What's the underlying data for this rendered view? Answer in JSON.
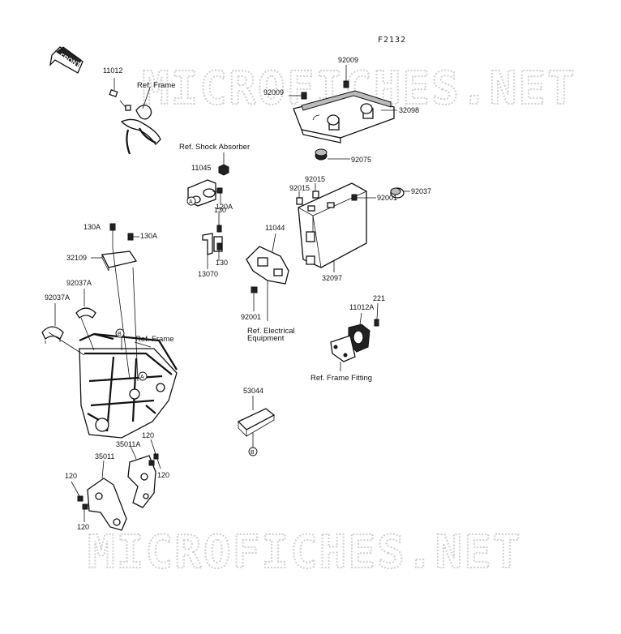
{
  "figure_code": "F2132",
  "front_badge": "FRONT",
  "watermark": "MICROFICHES.NET",
  "callouts": {
    "a": "A",
    "b": "B"
  },
  "labels": {
    "p11012": "11012",
    "ref_frame_top": "Ref. Frame",
    "p92009_top": "92009",
    "p92009_left": "92009",
    "p32098": "32098",
    "p92075": "92075",
    "ref_shock": "Ref. Shock Absorber",
    "p11045": "11045",
    "p120a": "120A",
    "p92015_a": "92015",
    "p92015_b": "92015",
    "p92001_r": "92001",
    "p92037": "92037",
    "p130a_l": "130A",
    "p130a_r": "130A",
    "p32109": "32109",
    "p130_top": "130",
    "p130_bot": "130",
    "p13070": "13070",
    "p11044": "11044",
    "p32097": "32097",
    "p92037a_a": "92037A",
    "p92037a_b": "92037A",
    "ref_frame_mid": "Ref. Frame",
    "p92001_l": "92001",
    "ref_electrical_1": "Ref. Electrical",
    "ref_electrical_2": "Equipment",
    "p221": "221",
    "p11012a": "11012A",
    "ref_frame_fitting": "Ref. Frame Fitting",
    "p53044": "53044",
    "p120_a": "120",
    "p35011a": "35011A",
    "p35011": "35011",
    "p120_b": "120",
    "p120_c": "120",
    "p120_d": "120"
  }
}
